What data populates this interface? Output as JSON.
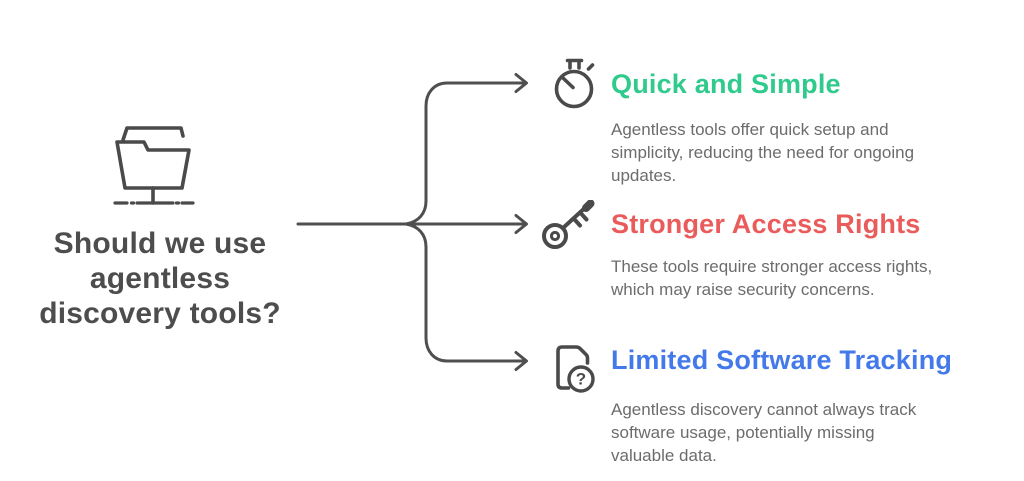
{
  "palette": {
    "connector_gray": "#4f4f4f",
    "icon_gray": "#4a4a4a",
    "question_text": "#4d4d4d",
    "body_text": "#6c6c6c",
    "green": "#2fca8c",
    "red": "#ea5b5b",
    "blue": "#4379e8"
  },
  "question": {
    "icon": "folder-network-icon",
    "text": "Should we use\nagentless\ndiscovery tools?"
  },
  "items": [
    {
      "icon": "stopwatch-icon",
      "title": "Quick and Simple",
      "color": "#2fca8c",
      "body": "Agentless tools offer quick setup and\nsimplicity, reducing the need for ongoing\nupdates."
    },
    {
      "icon": "key-icon",
      "title": "Stronger Access Rights",
      "color": "#ea5b5b",
      "body": "These tools require stronger access rights,\nwhich may raise security concerns."
    },
    {
      "icon": "document-question-icon",
      "title": "Limited Software Tracking",
      "color": "#4379e8",
      "body": "Agentless discovery cannot always track\nsoftware usage, potentially missing\nvaluable data."
    }
  ]
}
